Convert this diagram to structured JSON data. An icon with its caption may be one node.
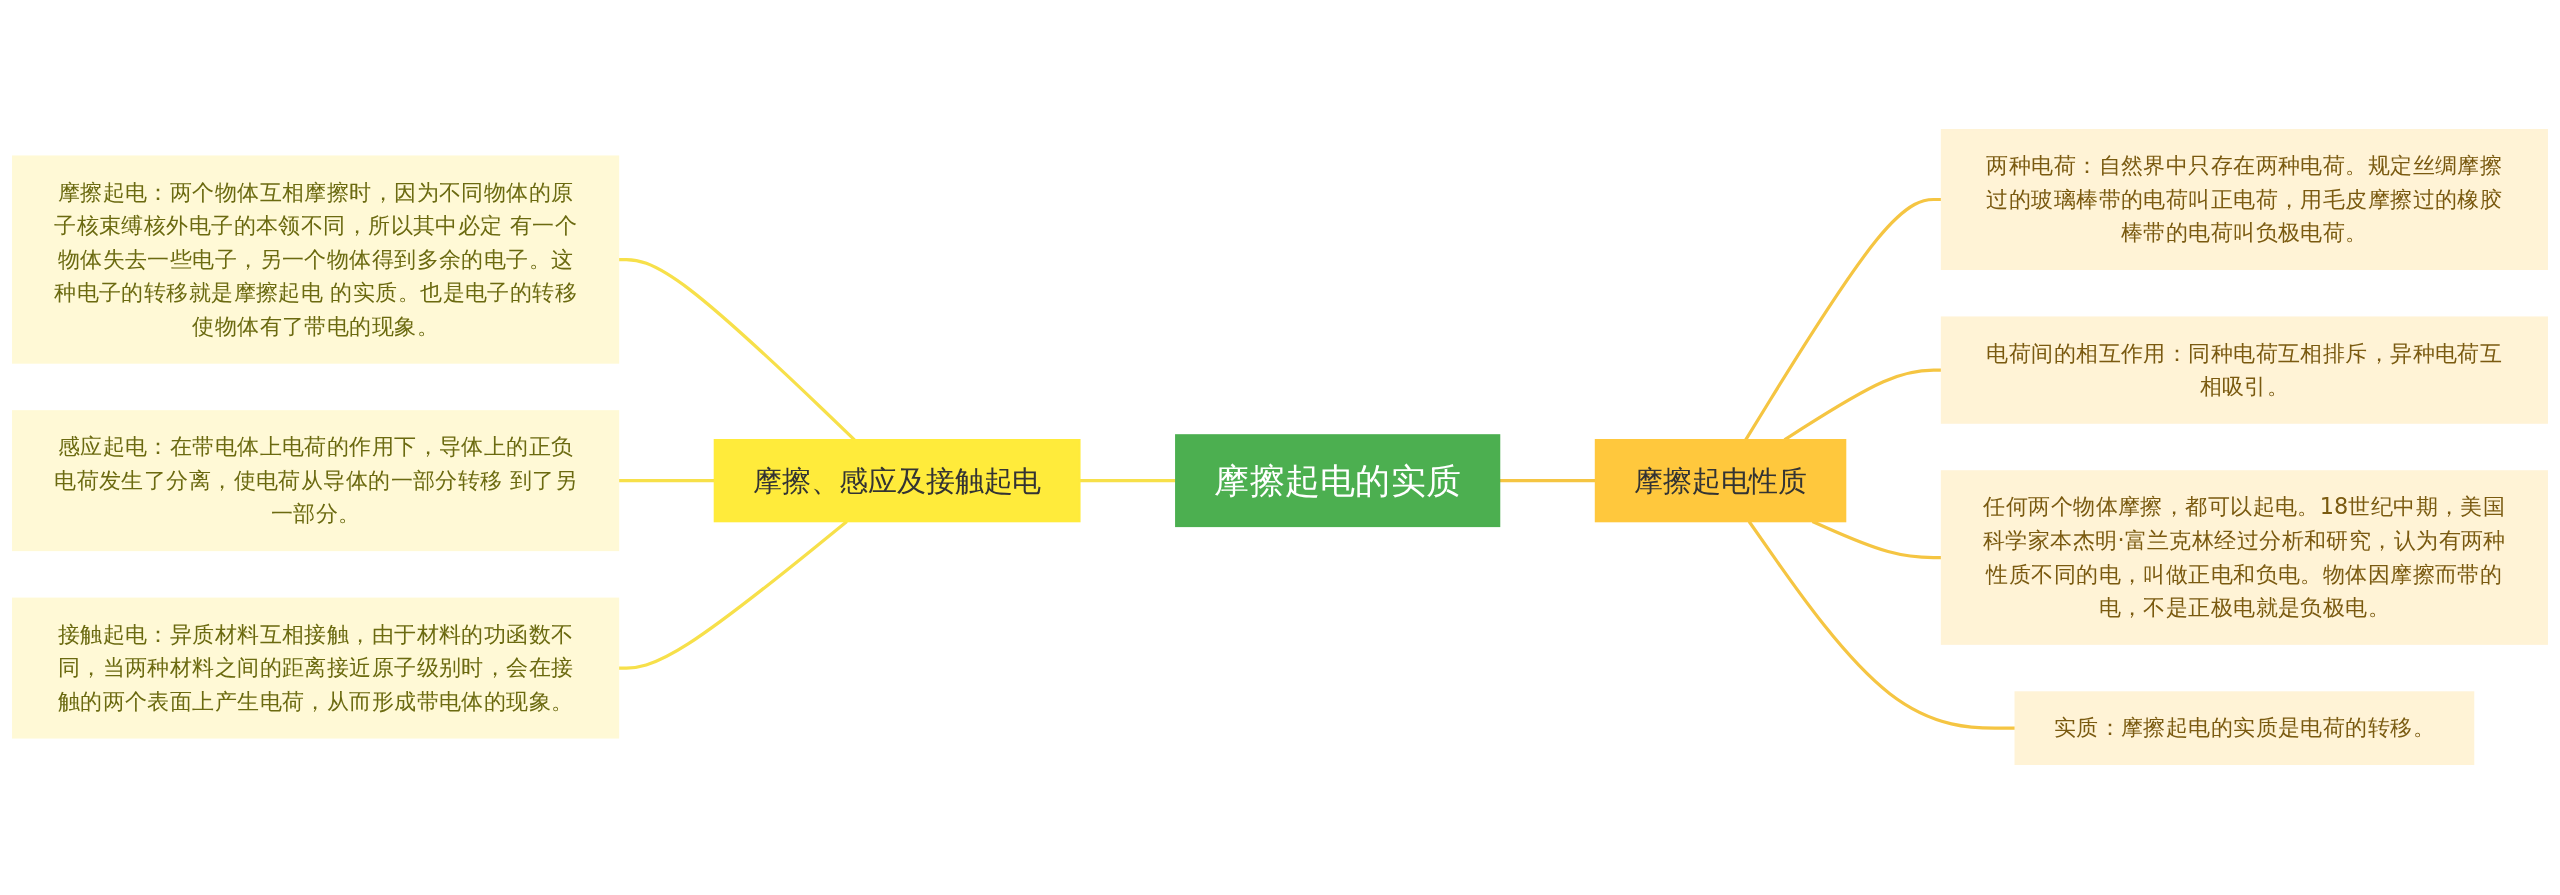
{
  "diagram": {
    "nodes": [
      {
        "text": [
          "摩擦起电的实质"
        ]
      },
      {
        "text": [
          "摩擦、感应及接触起电"
        ]
      },
      {
        "text": [
          "摩擦起电：两个物体互相摩擦时，因为不同物体的原子核束缚核外电子的本领不同，所以其中必定 有一个物体失去一些电子，另一个物体得到多余的电子。这种电子的转移就是摩擦起电 的实质。也是电子的转移使物体有了带电的现象。"
        ]
      },
      {
        "text": [
          "感应起电：在带电体上电荷的作用下，导体上的正负电荷发生了分离，使电荷从导体的一部分转移 到了另一部分。"
        ]
      },
      {
        "text": [
          "接触起电：异质材料互相接触，由于材料的功函数不同，当两种材料之间的距离接近原子级别时，会在接触的两个表面上产生电荷，从而形成带电体的现象。"
        ]
      },
      {
        "text": [
          "摩擦起电性质"
        ]
      },
      {
        "text": [
          "两种电荷：自然界中只存在两种电荷。规定丝绸摩擦过的玻璃棒带的电荷叫正电荷，用毛皮摩擦过的橡胶棒带的电荷叫负极电荷。"
        ]
      },
      {
        "text": [
          "电荷间的相互作用：同种电荷互相排斥，异种电荷互相吸引。"
        ]
      },
      {
        "text": [
          "任何两个物体摩擦，都可以起电。18世纪中期，美国科学家本杰明·富兰克林经过分析和研究，认为有两种性质不同的电，叫做正电和负电。物体因摩擦而带的电，不是正极电就是负极电。"
        ]
      },
      {
        "text": [
          "实质：摩擦起电的实质是电荷的转移。"
        ]
      }
    ],
    "edges": [
      {
        "from": 2,
        "to": 1,
        "arrow": "none",
        "color": "#f7e04a"
      },
      {
        "from": 3,
        "to": 1,
        "arrow": "none",
        "color": "#f7e04a"
      },
      {
        "from": 4,
        "to": 1,
        "arrow": "none",
        "color": "#f7e04a"
      },
      {
        "from": 1,
        "to": 0,
        "arrow": "none",
        "color": "#f7e04a"
      },
      {
        "from": 0,
        "to": 5,
        "arrow": "none"
      },
      {
        "from": 5,
        "to": 6,
        "arrow": "none"
      },
      {
        "from": 5,
        "to": 7,
        "arrow": "none"
      },
      {
        "from": 5,
        "to": 8,
        "arrow": "none"
      },
      {
        "from": 5,
        "to": 9,
        "arrow": "none"
      }
    ]
  }
}
